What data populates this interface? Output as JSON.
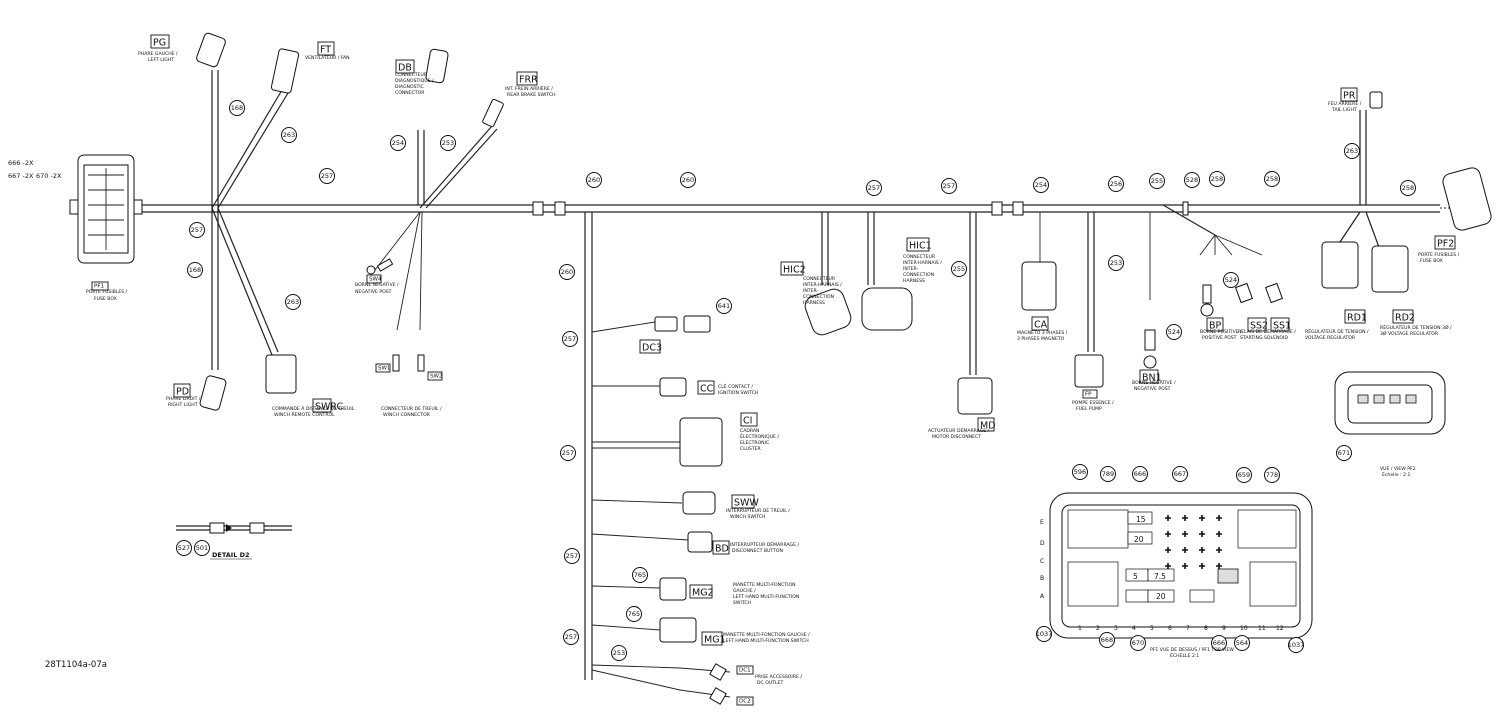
{
  "figure_code": "28T1104a-07a",
  "detail_label": "DETAIL D2",
  "bubbles": {
    "b168a": "168",
    "b168b": "168",
    "b263a": "263",
    "b263b": "263",
    "b257a": "257",
    "b257b": "257",
    "b254": "254",
    "b253": "253",
    "b260a": "260",
    "b260b": "260",
    "b257c": "257",
    "b257d": "257",
    "b254b": "254",
    "b256": "256",
    "b255": "255",
    "b528": "528",
    "b258a": "258",
    "b258b": "258",
    "b258c": "258",
    "b263c": "263",
    "b260c": "260",
    "b257e": "257",
    "b641": "641",
    "b257f": "257",
    "b257g": "257",
    "b765a": "765",
    "b765b": "765",
    "b257h": "257",
    "b253b": "253",
    "b255b": "255",
    "b253c": "253",
    "b524a": "524",
    "b524b": "524",
    "b527": "527",
    "b501": "501",
    "b671": "671",
    "b596": "596",
    "b789": "789",
    "b666": "666",
    "b667": "667",
    "b659": "659",
    "b778": "778",
    "b1037a": "1037",
    "b668": "668",
    "b670": "670",
    "b666b": "666",
    "b564": "564",
    "b1037b": "1037"
  },
  "left_labels": [
    "666 -2X",
    "667 -2X",
    "670 -2X"
  ],
  "tags": {
    "PG": "PG",
    "FT": "FT",
    "DB": "DB",
    "FRR": "FRR",
    "PD": "PD",
    "SWRC": "SWRC",
    "SW4": "SW4",
    "SW1": "SW1",
    "SW2": "SW2",
    "PF1": "PF1",
    "HIC2": "HIC2",
    "HIC1": "HIC1",
    "CA": "CA",
    "MD": "MD",
    "FP": "FP",
    "BN1": "BN1",
    "BP": "BP",
    "SS2": "SS2",
    "SS1": "SS1",
    "PR": "PR",
    "RD1": "RD1",
    "RD2": "RD2",
    "PF2": "PF2",
    "DC3": "DC3",
    "CC": "CC",
    "CI": "CI",
    "SWW": "SWW",
    "BD": "BD",
    "MG2": "MG2",
    "MG1": "MG1",
    "DC1": "DC1",
    "DC2": "DC2"
  },
  "descriptions": {
    "PG": [
      "PHARE GAUCHE /",
      "LEFT LIGHT"
    ],
    "FT": [
      "VENTILATEUR / FAN"
    ],
    "DB": [
      "CONNECTEUR",
      "DIAGNOSTIQUE /",
      "DIAGNOSTIC",
      "CONNECTOR"
    ],
    "FRR": [
      "INT. FREIN ARRIÈRE /",
      "REAR BRAKE SWITCH"
    ],
    "PF1": [
      "PORTE FUSIBLES /",
      "FUSE BOX"
    ],
    "PD": [
      "PHARE DROIT /",
      "RIGHT LIGHT"
    ],
    "SWRC": [
      "COMMANDE À DISTANCE DE TREUIL",
      "WINCH REMOTE CONTROL"
    ],
    "SW4": [
      "BORNE NÉGATIVE /",
      "NEGATIVE POST"
    ],
    "SW12": [
      "CONNECTEUR DE TREUIL /",
      "WINCH CONNECTOR"
    ],
    "HIC2": [
      "CONNECTEUR",
      "INTER-HARNAIS /",
      "INTER-",
      "CONNECTION",
      "HARNESS"
    ],
    "HIC1": [
      "CONNECTEUR",
      "INTER-HARNAIS /",
      "INTER-",
      "CONNECTION",
      "HARNESS"
    ],
    "CA": [
      "MAGNÉTO 3 PHASES /",
      "3 PHASES MAGNETO"
    ],
    "MD": [
      "ACTUATEUR DÉMARRAGE /",
      "MOTOR DISCONNECT"
    ],
    "FP": [
      "POMPE ESSENCE /",
      "FUEL PUMP"
    ],
    "BN1": [
      "BORNE NÉGATIVE /",
      "NEGATIVE POST"
    ],
    "BP": [
      "BORNE POSITIVE /",
      "POSITIVE POST"
    ],
    "SS": [
      "RELAIS DE DÉMARRAGE /",
      "STARTING SOLENOID"
    ],
    "PR": [
      "FEU ARRIÈRE /",
      "TAIL LIGHT"
    ],
    "RD1": [
      "RÉGULATEUR DE TENSION /",
      "VOLTAGE REGULATOR"
    ],
    "RD2": [
      "RÉGULATEUR DE TENSION 3Ø /",
      "3Ø VOLTAGE REGULATOR"
    ],
    "PF2": [
      "PORTE FUSIBLES /",
      "FUSE BOX"
    ],
    "CC": [
      "CLÉ CONTACT /",
      "IGNITION SWITCH"
    ],
    "CI": [
      "CADRAN",
      "ÉLECTRONIQUE /",
      "ELECTRONIC",
      "CLUSTER"
    ],
    "SWW": [
      "INTERRUPTEUR DE TREUIL /",
      "WINCH SWITCH"
    ],
    "BD": [
      "INTERRUPTEUR DÉMARRAGE /",
      "DISCONNECT BUTTON"
    ],
    "MG2": [
      "MANETTE MULTI-FONCTION",
      "GAUCHE /",
      "LEFT HAND MULTI-FUNCTION",
      "SWITCH"
    ],
    "MG1": [
      "MANETTE MULTI-FONCTION GAUCHE /",
      "LEFT HAND MULTI-FUNCTION SWITCH"
    ],
    "DC1": [
      "PRISE ACCESSOIRE /",
      "DC OUTLET"
    ],
    "VIEW_PF2": [
      "VUE / VIEW PF2",
      "Échelle : 2:1"
    ],
    "PF1_VIEW": [
      "PF1 VUE DE DESSUS / PF1 TOP VIEW",
      "ÉCHELLE 2:1"
    ]
  },
  "fusebox": {
    "rows": [
      "E",
      "D",
      "C",
      "B",
      "A"
    ],
    "cols": [
      "1",
      "2",
      "3",
      "4",
      "5",
      "6",
      "7",
      "8",
      "9",
      "10",
      "11",
      "12"
    ],
    "fuse_15": "15",
    "fuse_20a": "20",
    "fuse_20b": "20",
    "fuse_5": "5",
    "fuse_75": "7.5"
  }
}
